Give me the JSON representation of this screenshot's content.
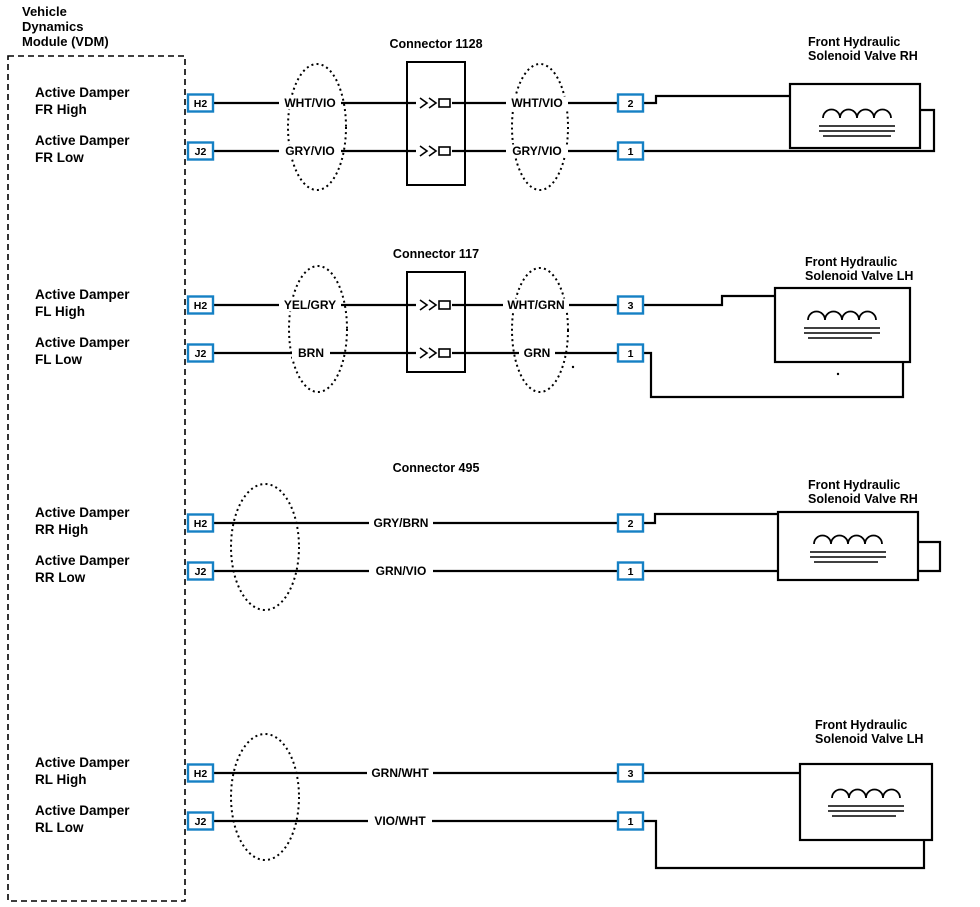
{
  "module": {
    "title_line1": "Vehicle",
    "title_line2": "Dynamics",
    "title_line3": "Module (VDM)"
  },
  "colors": {
    "pin_box_border": "#1580c4",
    "wire": "#000000",
    "background": "#ffffff"
  },
  "groups": [
    {
      "high_label": [
        "Active Damper",
        "FR High"
      ],
      "low_label": [
        "Active Damper",
        "FR Low"
      ],
      "module_pin_high": "H2",
      "module_pin_low": "J2",
      "connector_label": "Connector 1128",
      "wire_high_left": "WHT/VIO",
      "wire_low_left": "GRY/VIO",
      "wire_high_right": "WHT/VIO",
      "wire_low_right": "GRY/VIO",
      "valve_pin_high": "2",
      "valve_pin_low": "1",
      "valve_label": [
        "Front Hydraulic",
        "Solenoid Valve RH"
      ]
    },
    {
      "high_label": [
        "Active Damper",
        "FL High"
      ],
      "low_label": [
        "Active Damper",
        "FL Low"
      ],
      "module_pin_high": "H2",
      "module_pin_low": "J2",
      "connector_label": "Connector 117",
      "wire_high_left": "YEL/GRY",
      "wire_low_left": "BRN",
      "wire_high_right": "WHT/GRN",
      "wire_low_right": "GRN",
      "valve_pin_high": "3",
      "valve_pin_low": "1",
      "valve_label": [
        "Front Hydraulic",
        "Solenoid Valve LH"
      ]
    },
    {
      "high_label": [
        "Active Damper",
        "RR High"
      ],
      "low_label": [
        "Active Damper",
        "RR Low"
      ],
      "module_pin_high": "H2",
      "module_pin_low": "J2",
      "connector_label": "Connector 495",
      "wire_high": "GRY/BRN",
      "wire_low": "GRN/VIO",
      "valve_pin_high": "2",
      "valve_pin_low": "1",
      "valve_label": [
        "Front Hydraulic",
        "Solenoid Valve RH"
      ]
    },
    {
      "high_label": [
        "Active Damper",
        "RL High"
      ],
      "low_label": [
        "Active Damper",
        "RL Low"
      ],
      "module_pin_high": "H2",
      "module_pin_low": "J2",
      "wire_high": "GRN/WHT",
      "wire_low": "VIO/WHT",
      "valve_pin_high": "3",
      "valve_pin_low": "1",
      "valve_label": [
        "Front Hydraulic",
        "Solenoid Valve LH"
      ]
    }
  ]
}
